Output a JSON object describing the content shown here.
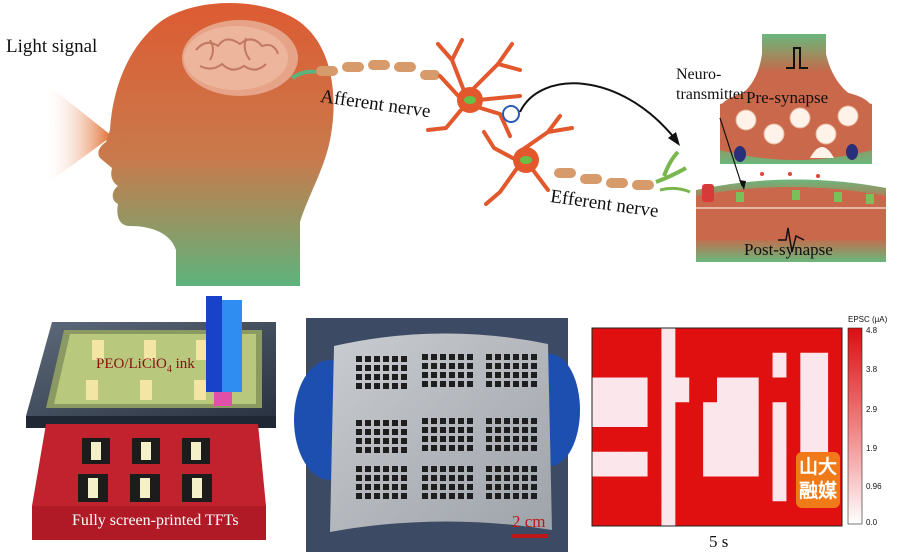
{
  "labels": {
    "light_signal": "Light signal",
    "afferent_nerve": "Afferent nerve",
    "efferent_nerve": "Efferent nerve",
    "neurotransmitter_line1": "Neuro-",
    "neurotransmitter_line2": "transmitter",
    "pre_synapse": "Pre-synapse",
    "post_synapse": "Post-synapse",
    "ink_label": "PEO/LiClO",
    "ink_subscript": "4",
    "ink_suffix": " ink",
    "tft_label": "Fully screen-printed TFTs",
    "scale_bar": "2 cm",
    "time_label": "5 s"
  },
  "heatmap": {
    "colorbar_title": "EPSC (μA)",
    "colorbar_ticks": [
      "4.8",
      "3.8",
      "2.9",
      "1.9",
      "0.96",
      "0.0"
    ],
    "colors": {
      "high": "#e01010",
      "low": "#fbe6ec"
    }
  },
  "colors": {
    "skin_top": "#dd5b32",
    "skin_bottom": "#5eb37c",
    "neuron": "#e2582c",
    "light_cone": "#e06a2a",
    "tft_board": "#c2222e"
  },
  "watermark_text": [
    "山大",
    "融媒"
  ]
}
